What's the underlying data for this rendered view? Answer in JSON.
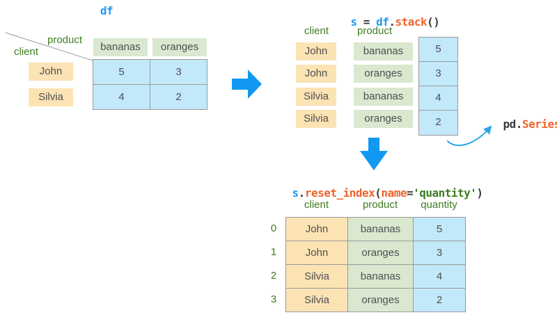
{
  "colors": {
    "code_blue": "#1e9af2",
    "code_orange": "#f0642c",
    "code_dark": "#3a3a3a",
    "label_green": "#3e7e20",
    "cell_text": "#4f4f4f",
    "orange_bg": "#fbe3b4",
    "green_bg": "#d9e8cf",
    "blue_bg": "#c2e9fa",
    "border_gray": "#999999",
    "arrow_blue": "#1199f2",
    "curve_blue": "#2aa7e8"
  },
  "df_panel": {
    "title": "df",
    "axis_labels": {
      "columns": "product",
      "rows": "client"
    },
    "col_headers": [
      "bananas",
      "oranges"
    ],
    "row_headers": [
      "John",
      "Silvia"
    ],
    "cells": [
      [
        "5",
        "3"
      ],
      [
        "4",
        "2"
      ]
    ]
  },
  "stack_panel": {
    "title": [
      {
        "t": "s",
        "c": "blue"
      },
      {
        "t": " = ",
        "c": "dark"
      },
      {
        "t": "df",
        "c": "blue"
      },
      {
        "t": ".",
        "c": "dark"
      },
      {
        "t": "stack",
        "c": "orange"
      },
      {
        "t": "()",
        "c": "dark"
      }
    ],
    "headers": [
      "client",
      "product"
    ],
    "rows": [
      {
        "client": "John",
        "product": "bananas",
        "value": "5"
      },
      {
        "client": "John",
        "product": "oranges",
        "value": "3"
      },
      {
        "client": "Silvia",
        "product": "bananas",
        "value": "4"
      },
      {
        "client": "Silvia",
        "product": "oranges",
        "value": "2"
      }
    ],
    "series_annotation": [
      {
        "t": "pd.",
        "c": "dark"
      },
      {
        "t": "Series",
        "c": "orange"
      },
      {
        "t": "()",
        "c": "dark"
      }
    ]
  },
  "reset_panel": {
    "title": [
      {
        "t": "s",
        "c": "blue"
      },
      {
        "t": ".",
        "c": "dark"
      },
      {
        "t": "reset_index",
        "c": "orange"
      },
      {
        "t": "(",
        "c": "dark"
      },
      {
        "t": "name",
        "c": "orange"
      },
      {
        "t": "=",
        "c": "dark"
      },
      {
        "t": "'quantity'",
        "c": "green"
      },
      {
        "t": ")",
        "c": "dark"
      }
    ],
    "headers": [
      "client",
      "product",
      "quantity"
    ],
    "rows": [
      {
        "index": "0",
        "client": "John",
        "product": "bananas",
        "quantity": "5"
      },
      {
        "index": "1",
        "client": "John",
        "product": "oranges",
        "quantity": "3"
      },
      {
        "index": "2",
        "client": "Silvia",
        "product": "bananas",
        "quantity": "4"
      },
      {
        "index": "3",
        "client": "Silvia",
        "product": "oranges",
        "quantity": "2"
      }
    ]
  }
}
